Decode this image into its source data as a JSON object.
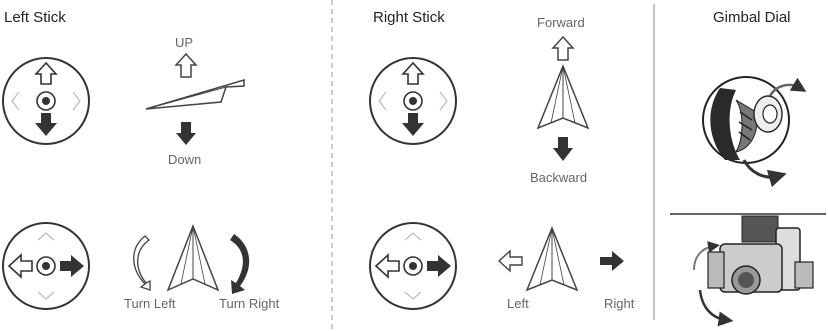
{
  "sections": {
    "left_stick": {
      "title": "Left Stick"
    },
    "right_stick": {
      "title": "Right Stick"
    },
    "gimbal_dial": {
      "title": "Gimbal Dial"
    }
  },
  "labels": {
    "up": "UP",
    "down": "Down",
    "turn_left": "Turn Left",
    "turn_right": "Turn Right",
    "forward": "Forward",
    "backward": "Backward",
    "left": "Left",
    "right": "Right"
  },
  "colors": {
    "line": "#444444",
    "fill": "#333333",
    "light": "#bbbbbb"
  }
}
